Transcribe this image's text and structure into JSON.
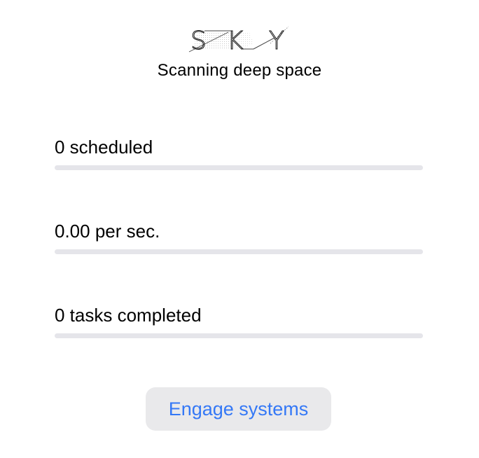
{
  "header": {
    "logo_letters": [
      "S",
      "K",
      "Y"
    ],
    "subtitle": "Scanning deep space"
  },
  "metrics": [
    {
      "label": "0 scheduled",
      "progress": 0
    },
    {
      "label": "0.00 per sec.",
      "progress": 0
    },
    {
      "label": "0 tasks completed",
      "progress": 0
    }
  ],
  "actions": {
    "engage_label": "Engage systems"
  },
  "colors": {
    "accent": "#3478f6",
    "track": "#e5e5ea",
    "button_bg": "#e9e9eb"
  }
}
